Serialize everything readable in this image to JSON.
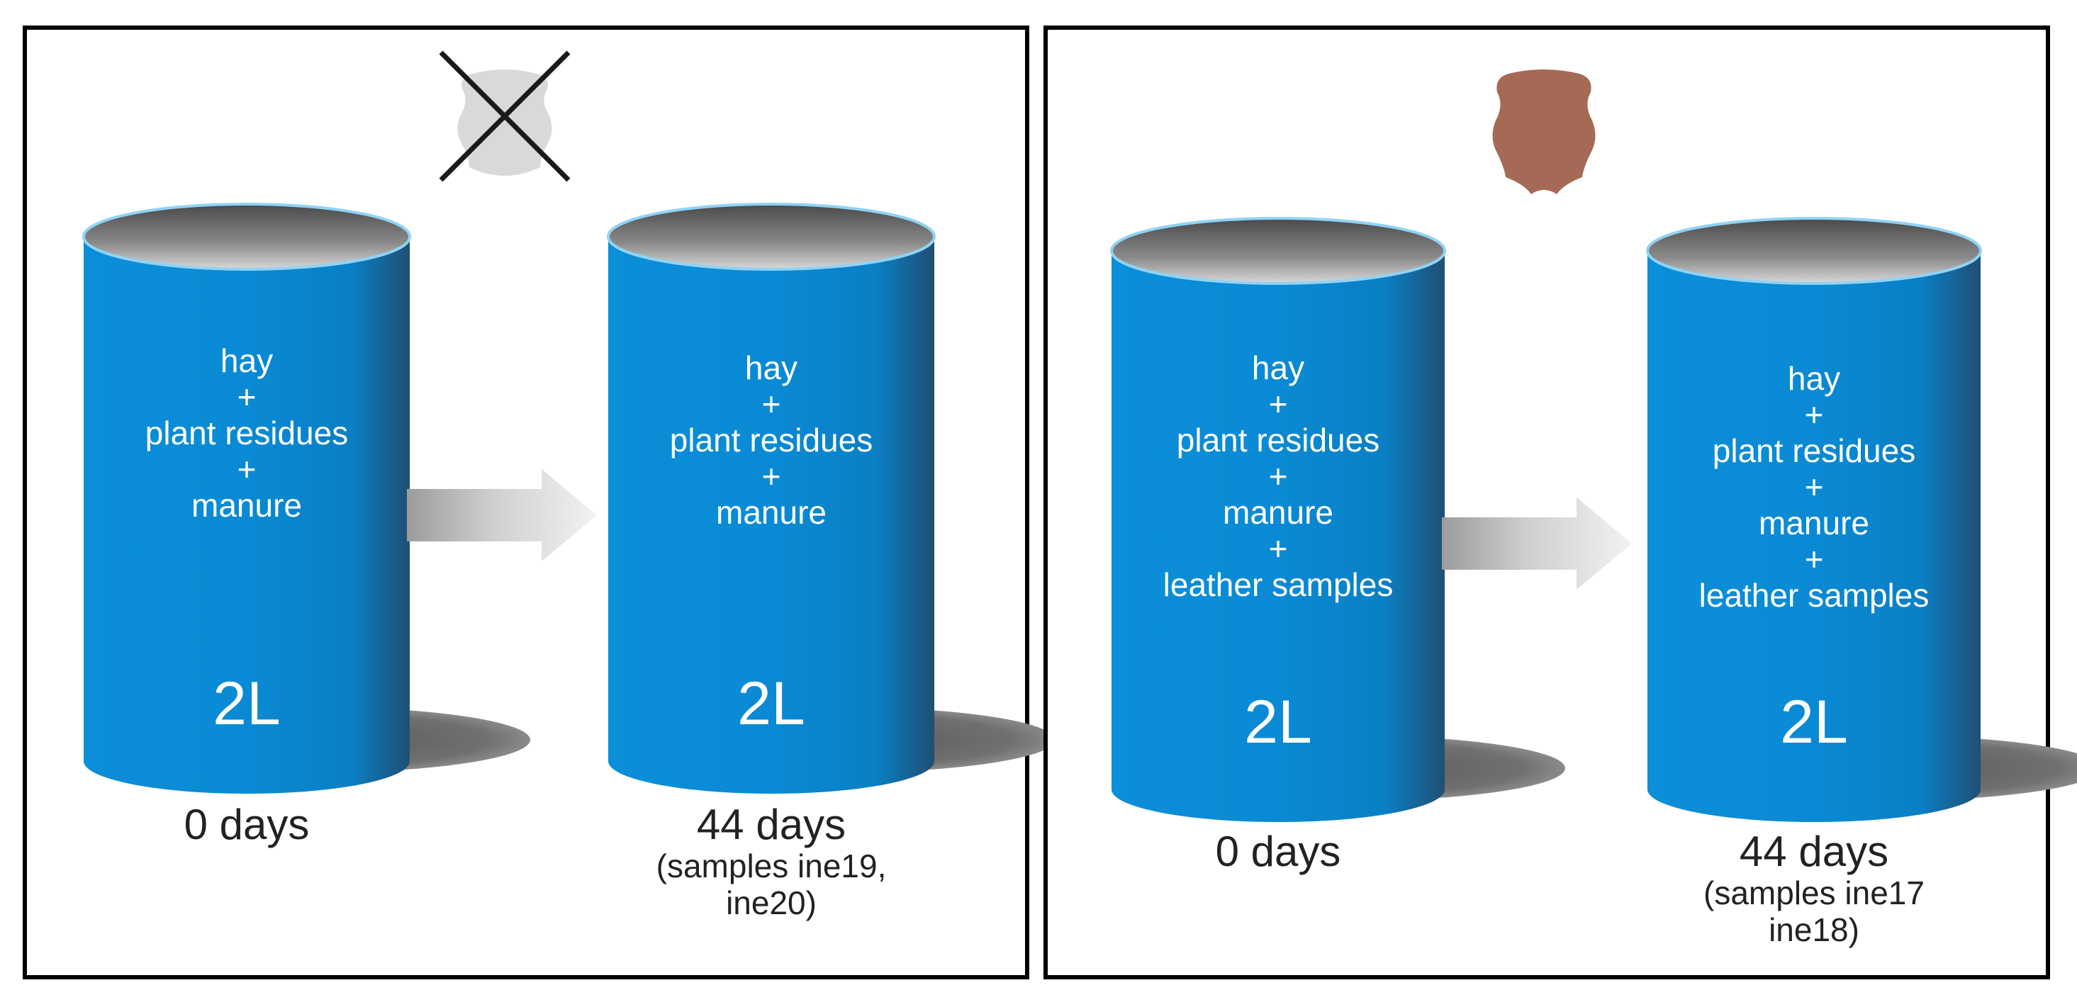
{
  "colors": {
    "tank_blue": "#0a8ad4",
    "leather_brown": "#a56a55",
    "leather_absent_gray": "#d8d9d8",
    "cross_black": "#1a1a1a"
  },
  "panels": {
    "control": {
      "icon": "leather-crossed-out-icon",
      "tanks": [
        {
          "contents": [
            "hay",
            "+",
            "plant residues",
            "+",
            "manure"
          ],
          "volume": "2L",
          "time": "0 days",
          "samples": ""
        },
        {
          "contents": [
            "hay",
            "+",
            "plant residues",
            "+",
            "manure"
          ],
          "volume": "2L",
          "time": "44 days",
          "samples": "(samples ine19,\nine20)"
        }
      ]
    },
    "leather": {
      "icon": "leather-hide-icon",
      "tanks": [
        {
          "contents": [
            "hay",
            "+",
            "plant residues",
            "+",
            "manure",
            "+",
            "leather samples"
          ],
          "volume": "2L",
          "time": "0 days",
          "samples": ""
        },
        {
          "contents": [
            "hay",
            "+",
            "plant residues",
            "+",
            "manure",
            "+",
            "leather samples"
          ],
          "volume": "2L",
          "time": "44 days",
          "samples": "(samples ine17\nine18)"
        }
      ]
    }
  }
}
